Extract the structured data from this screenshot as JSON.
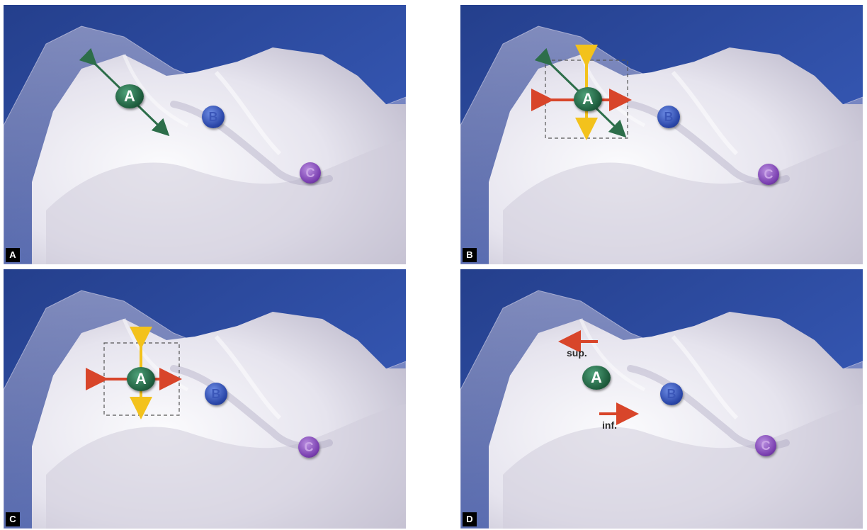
{
  "panels": {
    "a": {
      "label": "A"
    },
    "b": {
      "label": "B"
    },
    "c": {
      "label": "C"
    },
    "d": {
      "label": "D"
    }
  },
  "markers": {
    "a": "A",
    "b": "B",
    "c": "C"
  },
  "annotations": {
    "sup": "sup.",
    "inf": "inf."
  },
  "colors": {
    "background": "#2a4fa0",
    "tooth": "#e9e8ef",
    "shadow": "#b7b3c6",
    "marker_a": "#1f5e3e",
    "marker_b": "#2a46a8",
    "marker_c": "#7a3fb0",
    "arrow_green": "#2d6e4a",
    "arrow_red": "#d8452a",
    "arrow_yellow": "#f3c21c"
  }
}
